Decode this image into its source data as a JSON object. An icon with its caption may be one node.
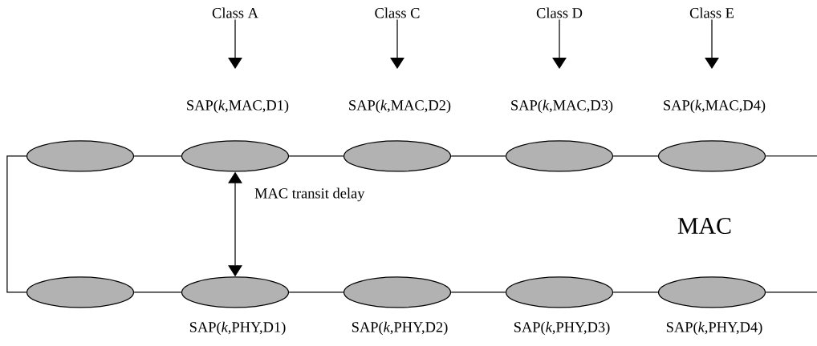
{
  "diagram": {
    "nodes": [
      {
        "text": [
          "Class A"
        ]
      },
      {
        "text": [
          "Class C"
        ]
      },
      {
        "text": [
          "Class D"
        ]
      },
      {
        "text": [
          "Class E"
        ]
      },
      {
        "text": [],
        "shape": "ellipse"
      },
      {
        "text": [],
        "shape": "ellipse",
        "beside": [
          "SAP(*k*,MAC,D1)"
        ]
      },
      {
        "text": [],
        "shape": "ellipse",
        "beside": [
          "SAP(*k*,MAC,D2)"
        ]
      },
      {
        "text": [],
        "shape": "ellipse",
        "beside": [
          "SAP(*k*,MAC,D3)"
        ]
      },
      {
        "text": [],
        "shape": "ellipse",
        "beside": [
          "SAP(*k*,MAC,D4)"
        ]
      },
      {
        "text": [],
        "shape": "ellipse"
      },
      {
        "text": [],
        "shape": "ellipse",
        "beside": [
          "SAP(*k*,PHY,D1)"
        ]
      },
      {
        "text": [],
        "shape": "ellipse",
        "beside": [
          "SAP(*k*,PHY,D2)"
        ]
      },
      {
        "text": [],
        "shape": "ellipse",
        "beside": [
          "SAP(*k*,PHY,D3)"
        ]
      },
      {
        "text": [],
        "shape": "ellipse",
        "beside": [
          "SAP(*k*,PHY,D4)"
        ]
      }
    ],
    "edges": [
      {
        "from": 0,
        "to": null,
        "arrow": "to"
      },
      {
        "from": 1,
        "to": null,
        "arrow": "to"
      },
      {
        "from": 2,
        "to": null,
        "arrow": "to"
      },
      {
        "from": 3,
        "to": null,
        "arrow": "to"
      },
      {
        "from": 4,
        "to": 5,
        "arrow": "none"
      },
      {
        "from": 5,
        "to": 6,
        "arrow": "none"
      },
      {
        "from": 6,
        "to": 7,
        "arrow": "none"
      },
      {
        "from": 7,
        "to": 8,
        "arrow": "none"
      },
      {
        "from": 8,
        "to": null,
        "arrow": "none"
      },
      {
        "from": 9,
        "to": 10,
        "arrow": "none"
      },
      {
        "from": 10,
        "to": 11,
        "arrow": "none"
      },
      {
        "from": 11,
        "to": 12,
        "arrow": "none"
      },
      {
        "from": 12,
        "to": 13,
        "arrow": "none"
      },
      {
        "from": 13,
        "to": null,
        "arrow": "none"
      },
      {
        "from": 4,
        "to": 9,
        "arrow": "none"
      },
      {
        "from": 5,
        "to": 10,
        "arrow": "both",
        "label": "MAC transit delay"
      }
    ],
    "labels": [
      "MAC"
    ]
  }
}
